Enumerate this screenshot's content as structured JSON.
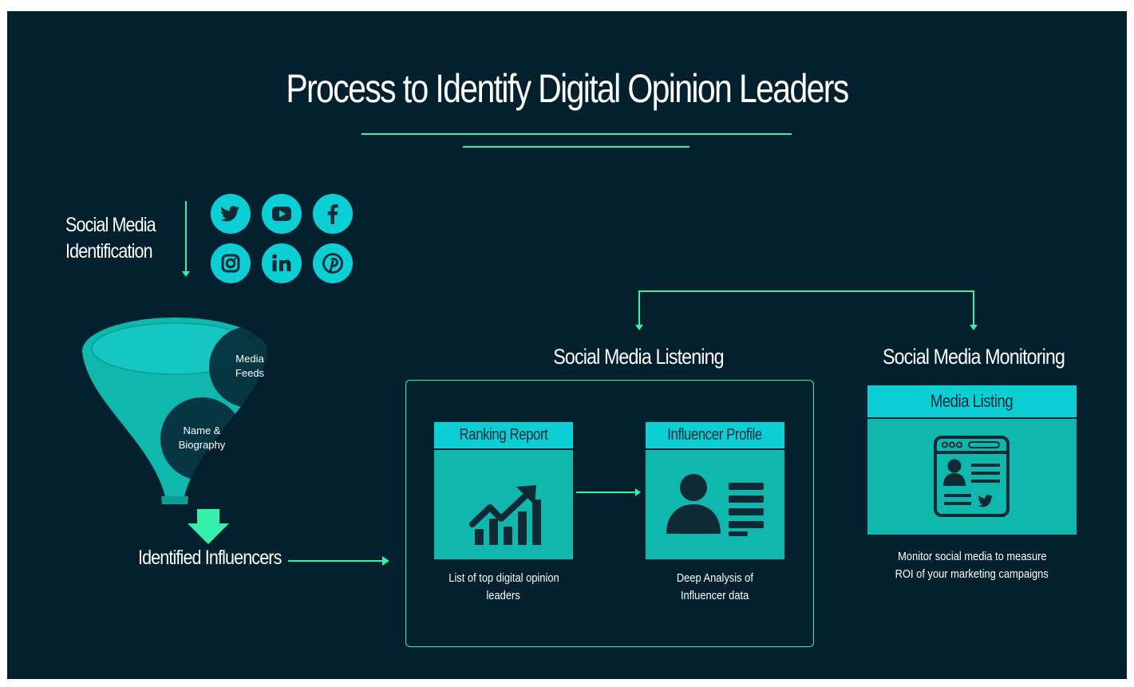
{
  "title": "Process to Identify Digital Opinion Leaders",
  "identification": {
    "label_line1": "Social Media",
    "label_line2": "Identification",
    "platforms": [
      "twitter-icon",
      "youtube-icon",
      "facebook-icon",
      "instagram-icon",
      "linkedin-icon",
      "pinterest-icon"
    ]
  },
  "funnel": {
    "media_feeds_line1": "Media",
    "media_feeds_line2": "Feeds",
    "name_bio_line1": "Name &",
    "name_bio_line2": "Biography",
    "output_label": "Identified Influencers"
  },
  "listening": {
    "title": "Social Media Listening",
    "ranking": {
      "header": "Ranking Report",
      "caption_line1": "List of top digital opinion",
      "caption_line2": "leaders"
    },
    "profile": {
      "header": "Influencer Profile",
      "caption_line1": "Deep Analysis of",
      "caption_line2": "Influencer data"
    }
  },
  "monitoring": {
    "title": "Social Media Monitoring",
    "header": "Media Listing",
    "caption_line1": "Monitor social media to measure",
    "caption_line2": "ROI of your marketing campaigns"
  },
  "colors": {
    "background": "#03202e",
    "accent_green": "#34f0a8",
    "cyan": "#0ccfd6",
    "teal": "#0fb7ad",
    "dark_icon": "#0d2a35"
  }
}
